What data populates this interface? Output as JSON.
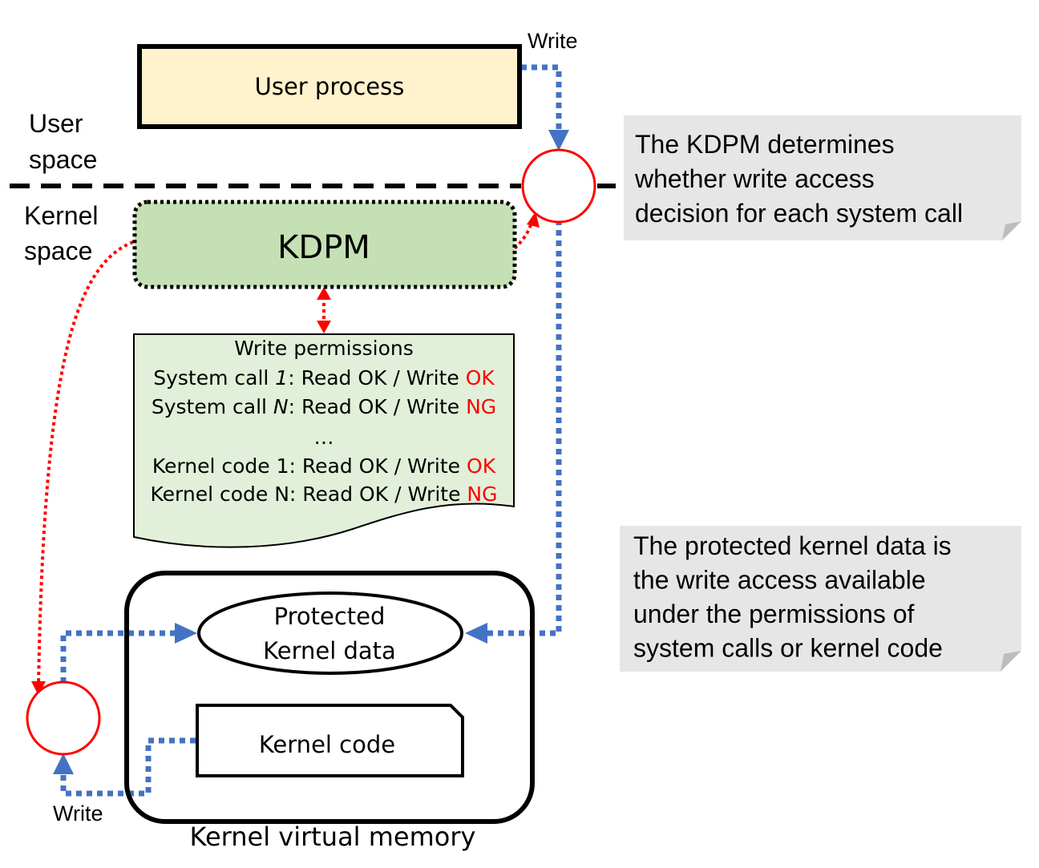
{
  "colors": {
    "user_process_fill": "#fff2cc",
    "kdpm_fill": "#c5e0b4",
    "permissions_fill": "#e2f0d9",
    "note_fill": "#e6e6e6",
    "blue_arrow": "#4472c4",
    "red_arrow": "#ff0000",
    "highlight_text": "#ff0000"
  },
  "labels": {
    "write_top": "Write",
    "write_bottom": "Write",
    "user_space_1": "User",
    "user_space_2": "space",
    "kernel_space_1": "Kernel",
    "kernel_space_2": "space",
    "user_process": "User process",
    "kdpm": "KDPM",
    "protected_1": "Protected",
    "protected_2": "Kernel data",
    "kernel_code": "Kernel code",
    "kernel_virtual_memory": "Kernel virtual memory"
  },
  "permissions": {
    "title": "Write permissions",
    "rows": [
      {
        "pre": "System call ",
        "ital": "1",
        "mid": ": Read OK / Write ",
        "status": "OK"
      },
      {
        "pre": "System call ",
        "ital": "N",
        "mid": ": Read OK / Write ",
        "status": "NG"
      },
      {
        "pre": "…",
        "ital": "",
        "mid": "",
        "status": ""
      },
      {
        "pre": "Kernel code 1: Read OK / Write ",
        "ital": "",
        "mid": "",
        "status": "OK"
      },
      {
        "pre": "Kernel code N: Read OK / Write ",
        "ital": "",
        "mid": "",
        "status": "NG"
      }
    ]
  },
  "notes": {
    "top": [
      "The KDPM determines",
      "whether write access",
      "decision for each system call"
    ],
    "bottom": [
      "The protected kernel data is",
      "the write access available",
      "under the permissions of",
      "system calls or kernel code"
    ]
  }
}
